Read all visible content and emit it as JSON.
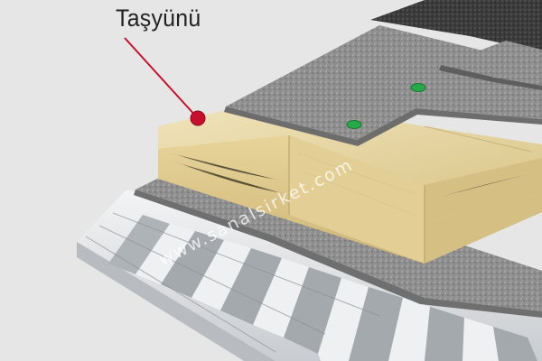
{
  "callout": {
    "label": "Taşyünü"
  },
  "watermark": {
    "text": "www.sanalsirket.com"
  },
  "colors": {
    "background": "#e6e6e6",
    "steel_deck": "#d6d9dc",
    "vapour_barrier": "#8f8f8f",
    "rock_wool": "#e6d6a4",
    "membrane": "#9a9a9a",
    "top_granule": "#3a3a3a",
    "fastener": "#27a94a",
    "callout_line": "#c8102e"
  },
  "layers": [
    {
      "name": "steel-deck",
      "color_key": "steel_deck"
    },
    {
      "name": "vapour-barrier",
      "color_key": "vapour_barrier"
    },
    {
      "name": "rock-wool-insulation",
      "color_key": "rock_wool"
    },
    {
      "name": "membrane",
      "color_key": "membrane"
    },
    {
      "name": "top-granule-layer",
      "color_key": "top_granule"
    }
  ]
}
